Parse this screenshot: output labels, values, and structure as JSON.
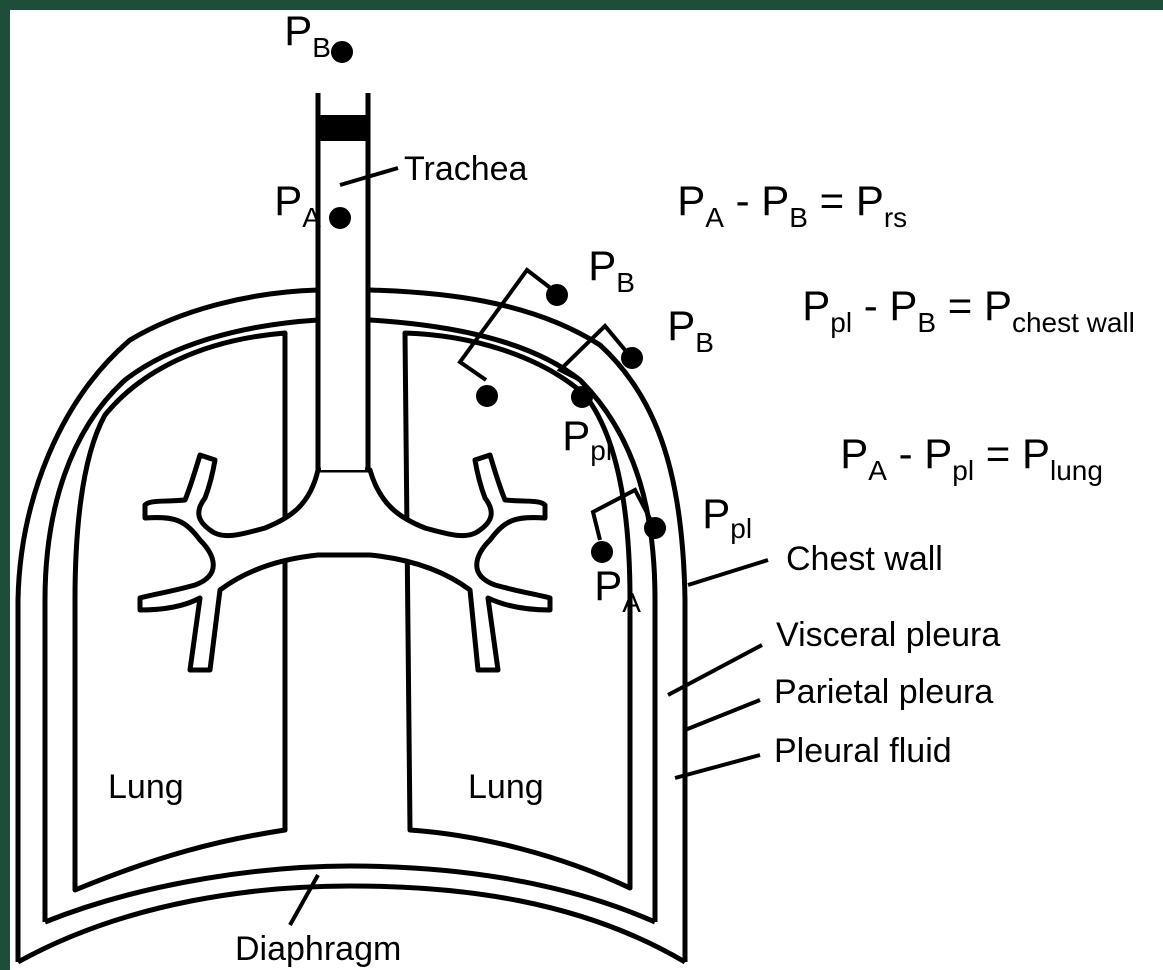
{
  "labels": {
    "trachea": "Trachea",
    "lung_left": "Lung",
    "lung_right": "Lung",
    "diaphragm": "Diaphragm",
    "chest_wall": "Chest wall",
    "visceral_pleura": "Visceral pleura",
    "parietal_pleura": "Parietal pleura",
    "pleural_fluid": "Pleural fluid"
  },
  "pressure_points": {
    "symbol": "P",
    "pb_top_sub": "B",
    "pa_trachea_sub": "A",
    "pb_outer1_sub": "B",
    "pb_outer2_sub": "B",
    "ppl_inner_sub": "pl",
    "ppl_outer_sub": "pl",
    "pa_alveolar_sub": "A"
  },
  "equations": [
    {
      "l1": "P",
      "l1s": "A",
      "op1": " - ",
      "l2": "P",
      "l2s": "B",
      "op2": " = ",
      "r": "P",
      "rs": "rs"
    },
    {
      "l1": "P",
      "l1s": "pl",
      "op1": " - ",
      "l2": "P",
      "l2s": "B",
      "op2": " = ",
      "r": "P",
      "rs": "chest wall"
    },
    {
      "l1": "P",
      "l1s": "A",
      "op1": " - ",
      "l2": "P",
      "l2s": "pl",
      "op2": " = ",
      "r": "P",
      "rs": "lung"
    }
  ],
  "colors": {
    "ink": "#000000",
    "paper": "#ffffff",
    "frame": "#1e4d3a"
  }
}
